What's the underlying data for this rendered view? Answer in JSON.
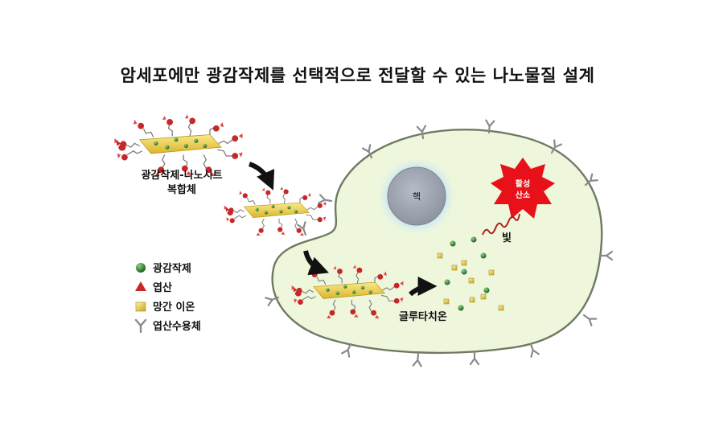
{
  "title": "암세포에만 광감작제를 선택적으로 전달할 수 있는 나노물질 설계",
  "labels": {
    "complex_line1": "광감작제-나노시트",
    "complex_line2": "복합체",
    "nucleus": "핵",
    "ros_line1": "활성",
    "ros_line2": "산소",
    "light": "빛",
    "glutathione": "글루타치온"
  },
  "legend": [
    {
      "symbol": "green-sphere",
      "label": "광감작제"
    },
    {
      "symbol": "red-triangle",
      "label": "엽산"
    },
    {
      "symbol": "yellow-square",
      "label": "망간 이온"
    },
    {
      "symbol": "gray-y-receptor",
      "label": "엽산수용체"
    }
  ],
  "colors": {
    "cell_fill": "#eef6dc",
    "cell_stroke": "#6f7a63",
    "nanosheet": "#f0d24a",
    "photosensitizer": "#2e7d32",
    "folate": "#c62828",
    "manganese": "#e8c53a",
    "receptor": "#8a8a8a",
    "burst": "#e8111a"
  }
}
